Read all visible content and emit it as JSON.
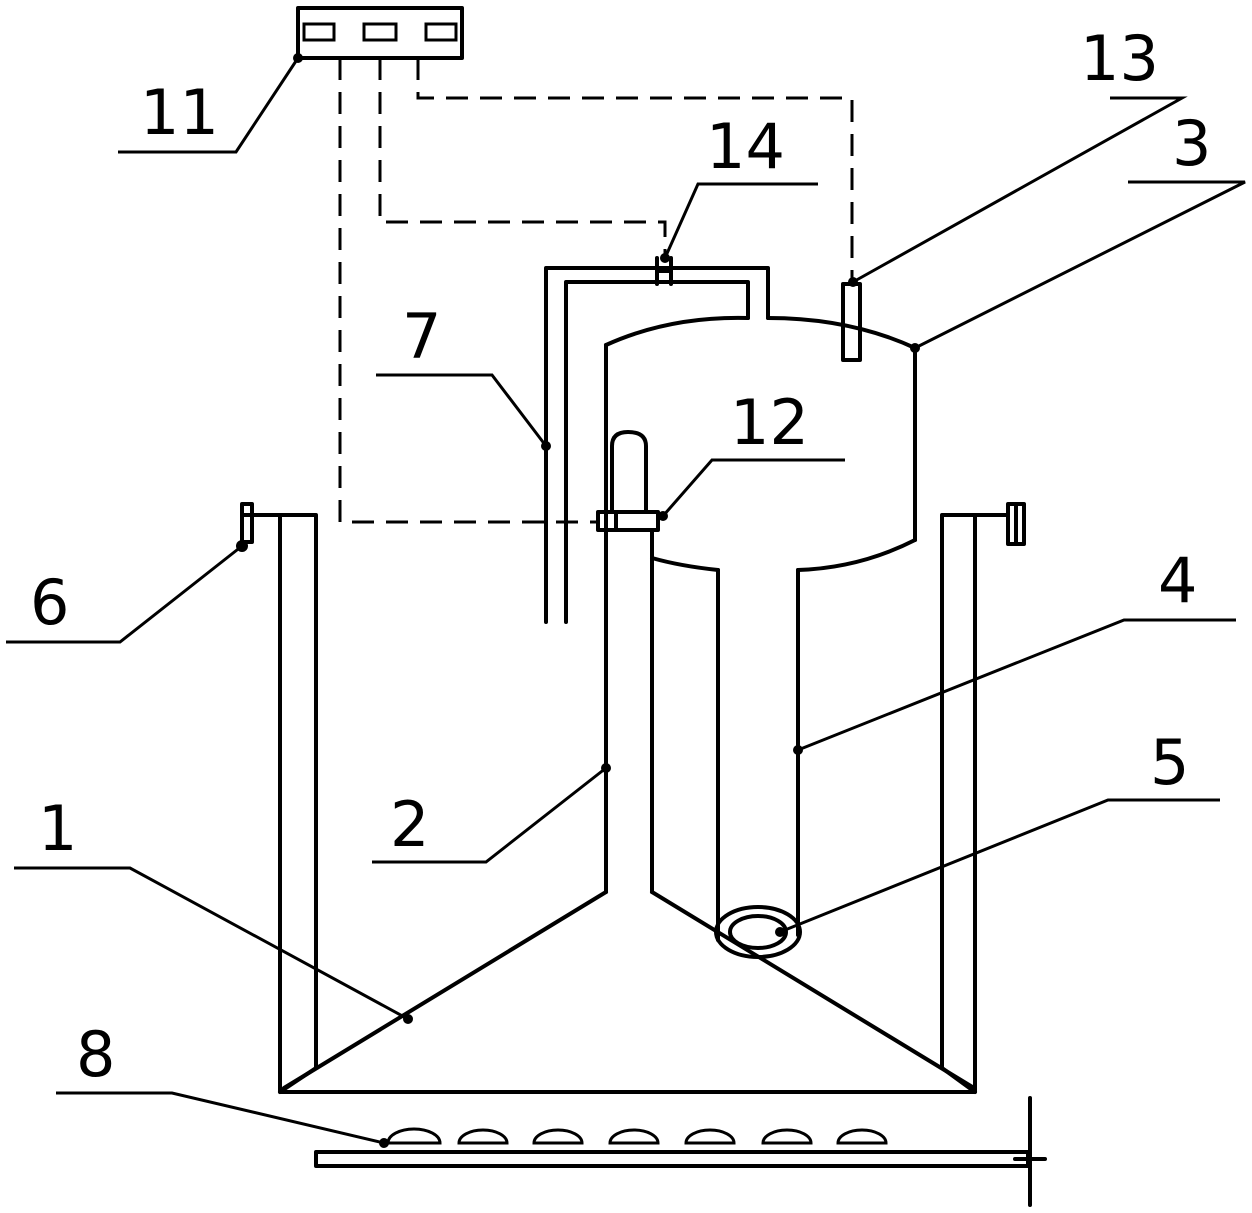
{
  "labels": {
    "l1": "1",
    "l2": "2",
    "l3": "3",
    "l4": "4",
    "l5": "5",
    "l6": "6",
    "l7": "7",
    "l8": "8",
    "l11": "11",
    "l12": "12",
    "l13": "13",
    "l14": "14"
  }
}
